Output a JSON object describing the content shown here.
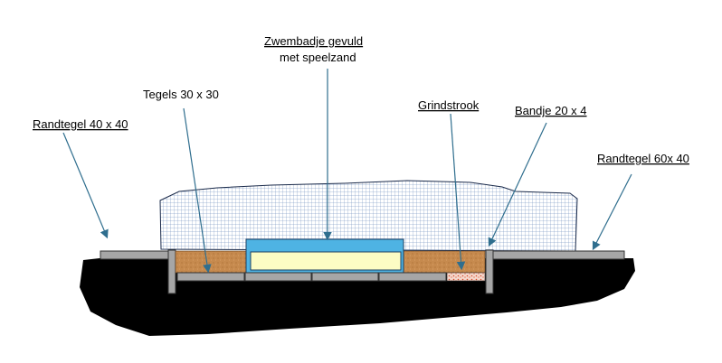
{
  "labels": {
    "randtegel_left": "Randtegel 40 x 40",
    "tegels": "Tegels 30 x 30",
    "zwembadje_line1": "Zwembadje gevuld",
    "zwembadje_line2": "met speelzand",
    "grindstrook": "Grindstrook",
    "bandje": "Bandje 20 x 4",
    "randtegel_right": "Randtegel 60x 40"
  },
  "colors": {
    "soil": "#000000",
    "tile_gray": "#a6a6a6",
    "tile_stroke": "#333333",
    "sand": "#c68a4e",
    "pool_blue": "#4eb3e3",
    "pool_inner": "#fcfcc4",
    "gravel": "#f3d3c3",
    "gravel_dots": "#c0392b",
    "mesh": "#4a6fa5",
    "arrow": "#2f6e8e",
    "spell_underline": "#e03030"
  }
}
